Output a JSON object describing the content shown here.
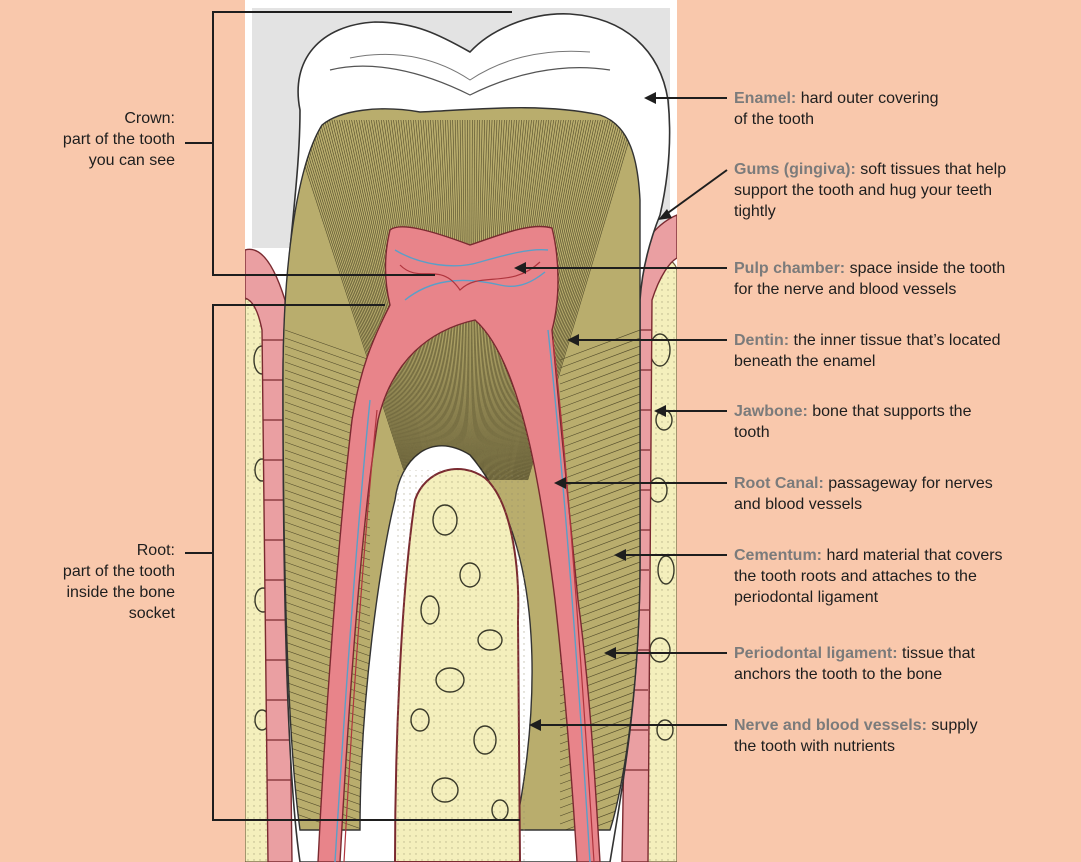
{
  "colors": {
    "background": "#f9c8ac",
    "panel": "#ffffff",
    "enamel": "#ffffff",
    "dentin": "#b9ad6d",
    "dentin_lines": "#2f2a14",
    "pulp": "#e8848a",
    "gum": "#ea9fa2",
    "bone": "#f4efbc",
    "vessel": "#5a9fc8",
    "term_text": "#7b7b7b"
  },
  "left_labels": {
    "crown": "Crown:\npart of the tooth\nyou can see",
    "root": "Root:\npart of the tooth\ninside the bone\nsocket"
  },
  "labels": [
    {
      "term": "Enamel:",
      "desc": " hard outer covering\nof the tooth"
    },
    {
      "term": "Gums (gingiva):",
      "desc": " soft tissues that help\nsupport the tooth and hug your teeth\ntightly"
    },
    {
      "term": "Pulp chamber:",
      "desc": " space inside the tooth\nfor the nerve and blood vessels"
    },
    {
      "term": "Dentin:",
      "desc": " the inner tissue that’s located\nbeneath the enamel"
    },
    {
      "term": "Jawbone:",
      "desc": " bone that supports the\ntooth"
    },
    {
      "term": "Root Canal:",
      "desc": " passageway for nerves\nand blood vessels"
    },
    {
      "term": "Cementum:",
      "desc": " hard material that covers\nthe tooth roots and attaches to the\nperiodontal ligament"
    },
    {
      "term": "Periodontal ligament:",
      "desc": " tissue that\nanchors the tooth to the bone"
    },
    {
      "term": "Nerve and blood vessels:",
      "desc": " supply\nthe tooth with nutrients"
    }
  ]
}
